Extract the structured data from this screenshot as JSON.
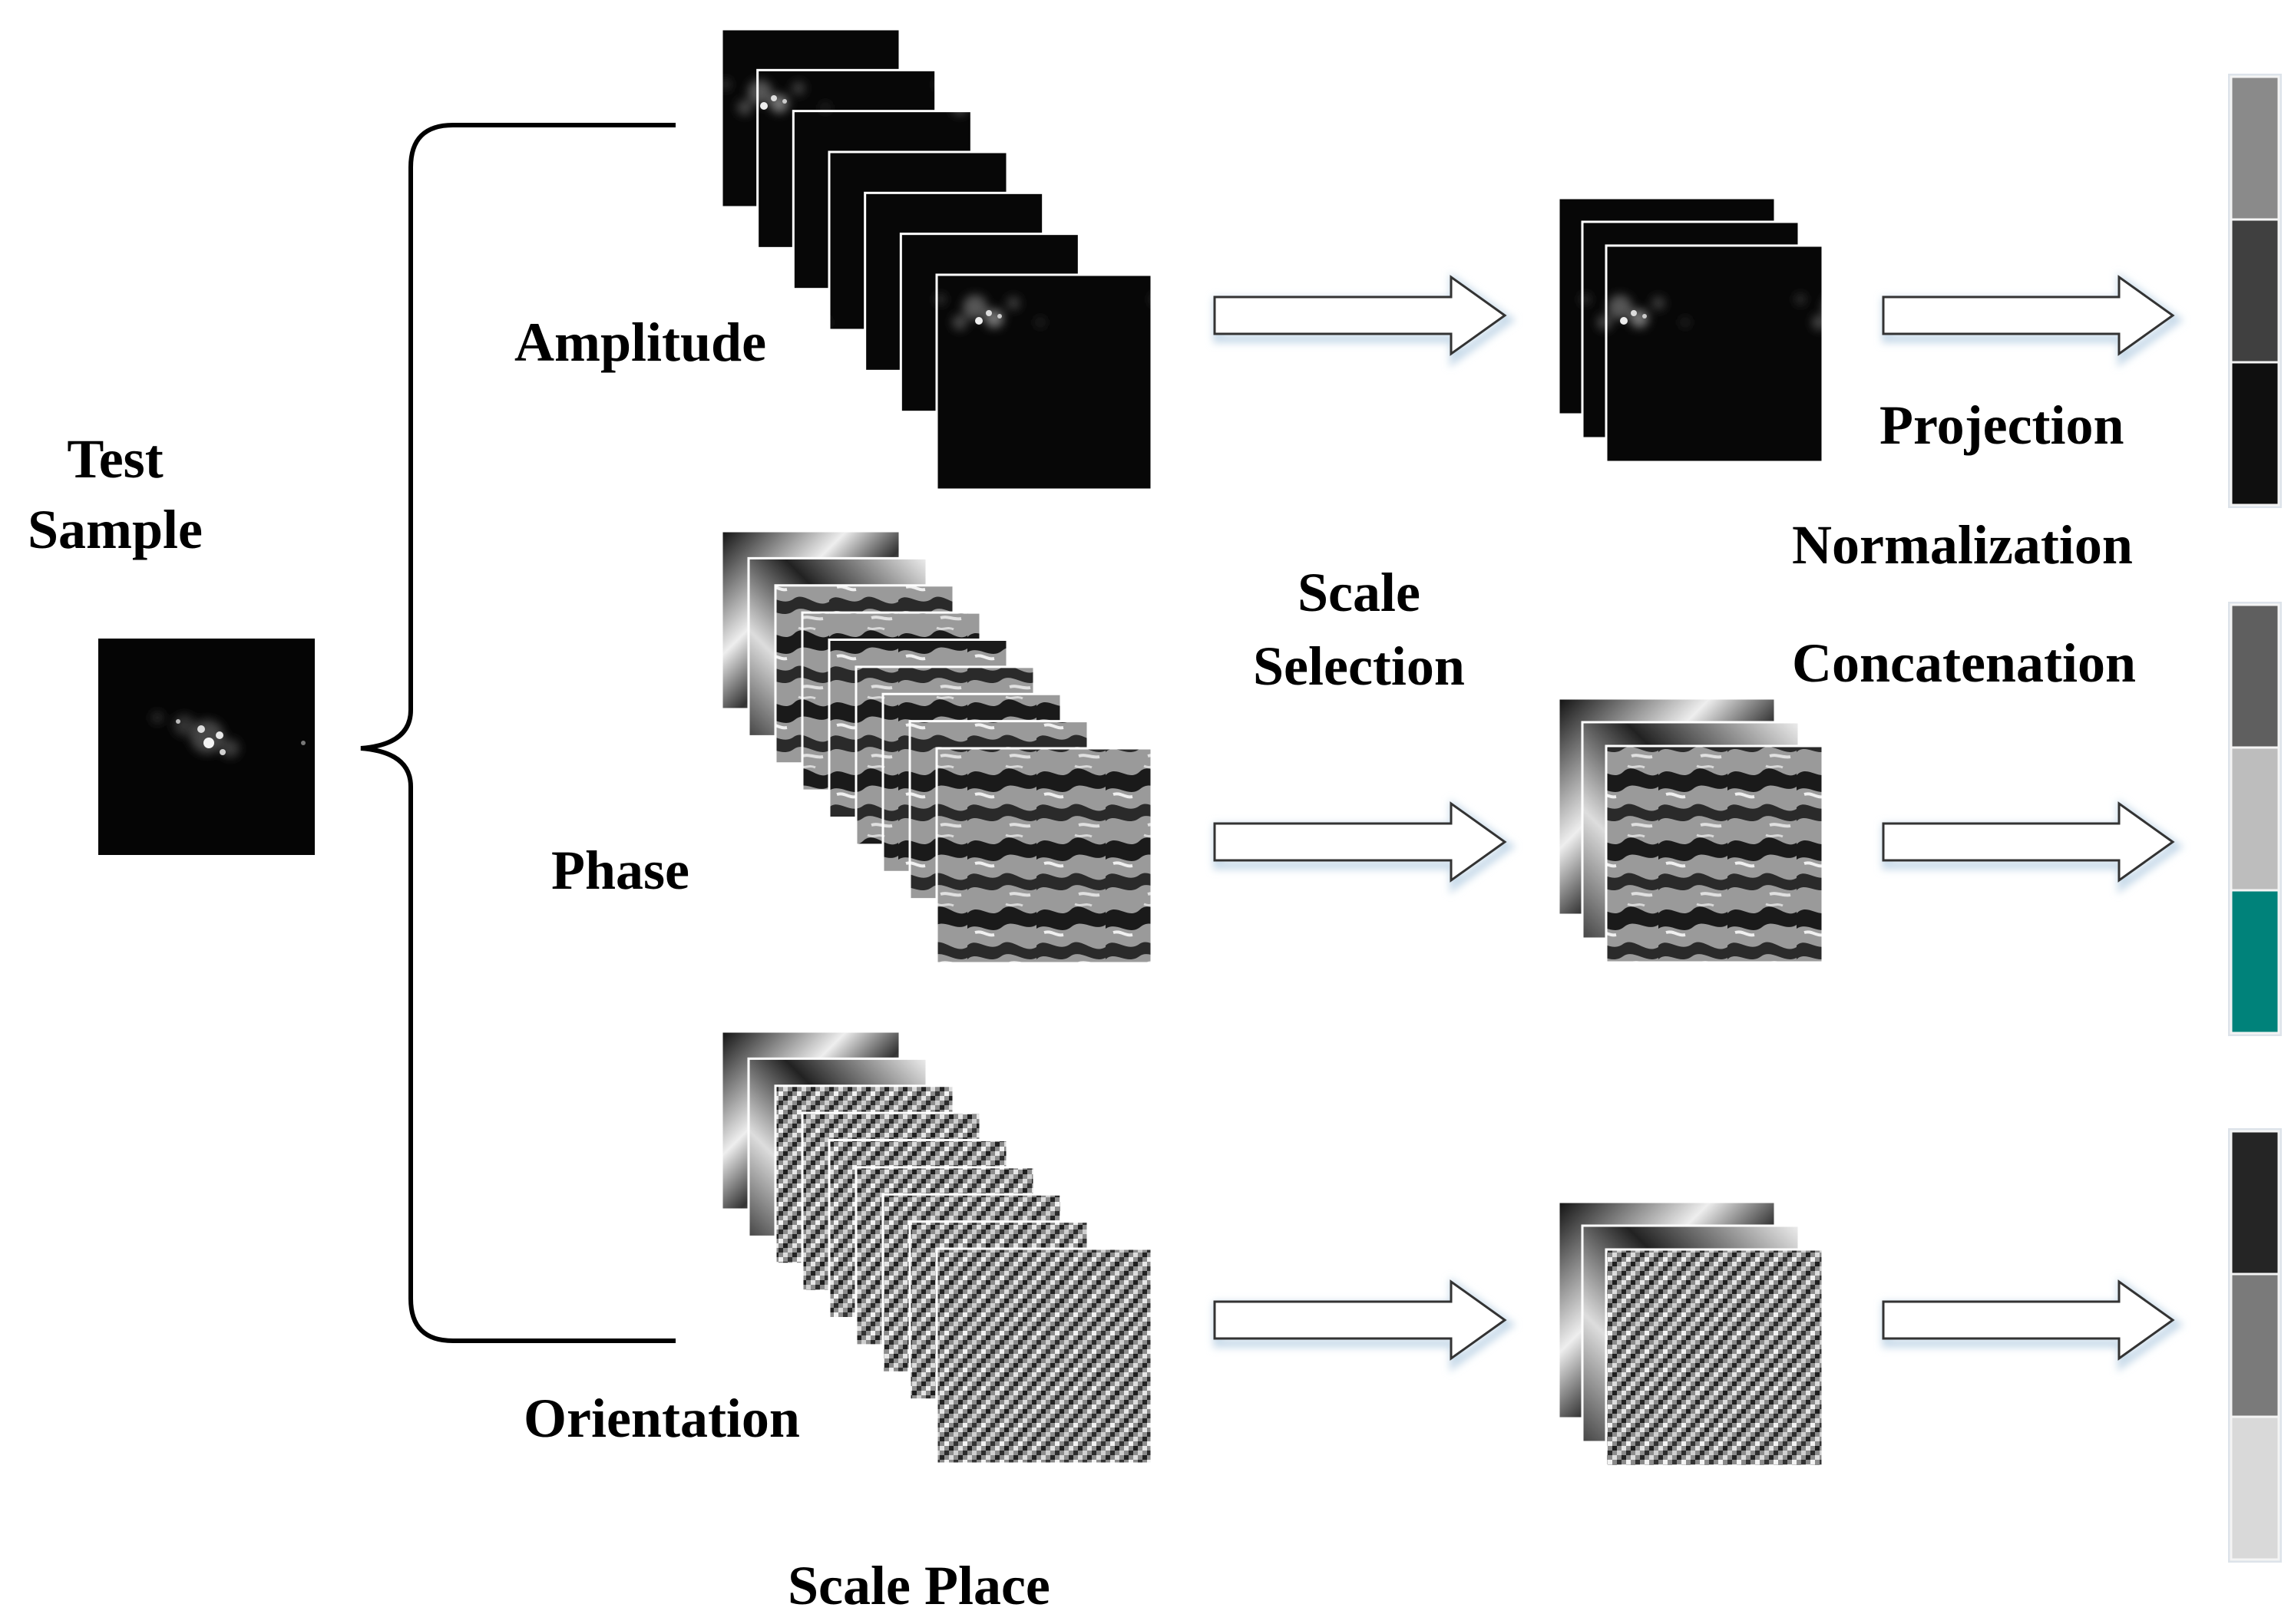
{
  "labels": {
    "test_sample_line1": "Test",
    "test_sample_line2": "Sample",
    "amplitude": "Amplitude",
    "phase": "Phase",
    "orientation": "Orientation",
    "scale_place": "Scale Place",
    "scale_selection_line1": "Scale",
    "scale_selection_line2": "Selection",
    "projection": "Projection",
    "normalization": "Normalization",
    "concatenation": "Concatenation"
  },
  "branches": [
    {
      "name": "amplitude",
      "maps_in_stack": 7,
      "selected_maps": 3,
      "texture": "dark"
    },
    {
      "name": "phase",
      "maps_in_stack": 9,
      "selected_maps": 3,
      "texture": "blobs"
    },
    {
      "name": "orientation",
      "maps_in_stack": 9,
      "selected_maps": 3,
      "texture": "noise"
    }
  ],
  "feature_vectors": [
    {
      "name": "amplitude",
      "segments": [
        "#8a8a8a",
        "#404040",
        "#0f0f0f"
      ]
    },
    {
      "name": "phase",
      "segments": [
        "#5f5f5f",
        "#bdbdbd",
        "#00827a"
      ]
    },
    {
      "name": "orientation",
      "segments": [
        "#252525",
        "#7a7a7a",
        "#d9d9d9"
      ]
    }
  ],
  "colors": {
    "accent_teal": "#00827a",
    "arrow_fill": "#ffffff",
    "arrow_stroke": "#333333",
    "arrow_glow": "#c9dbea"
  }
}
